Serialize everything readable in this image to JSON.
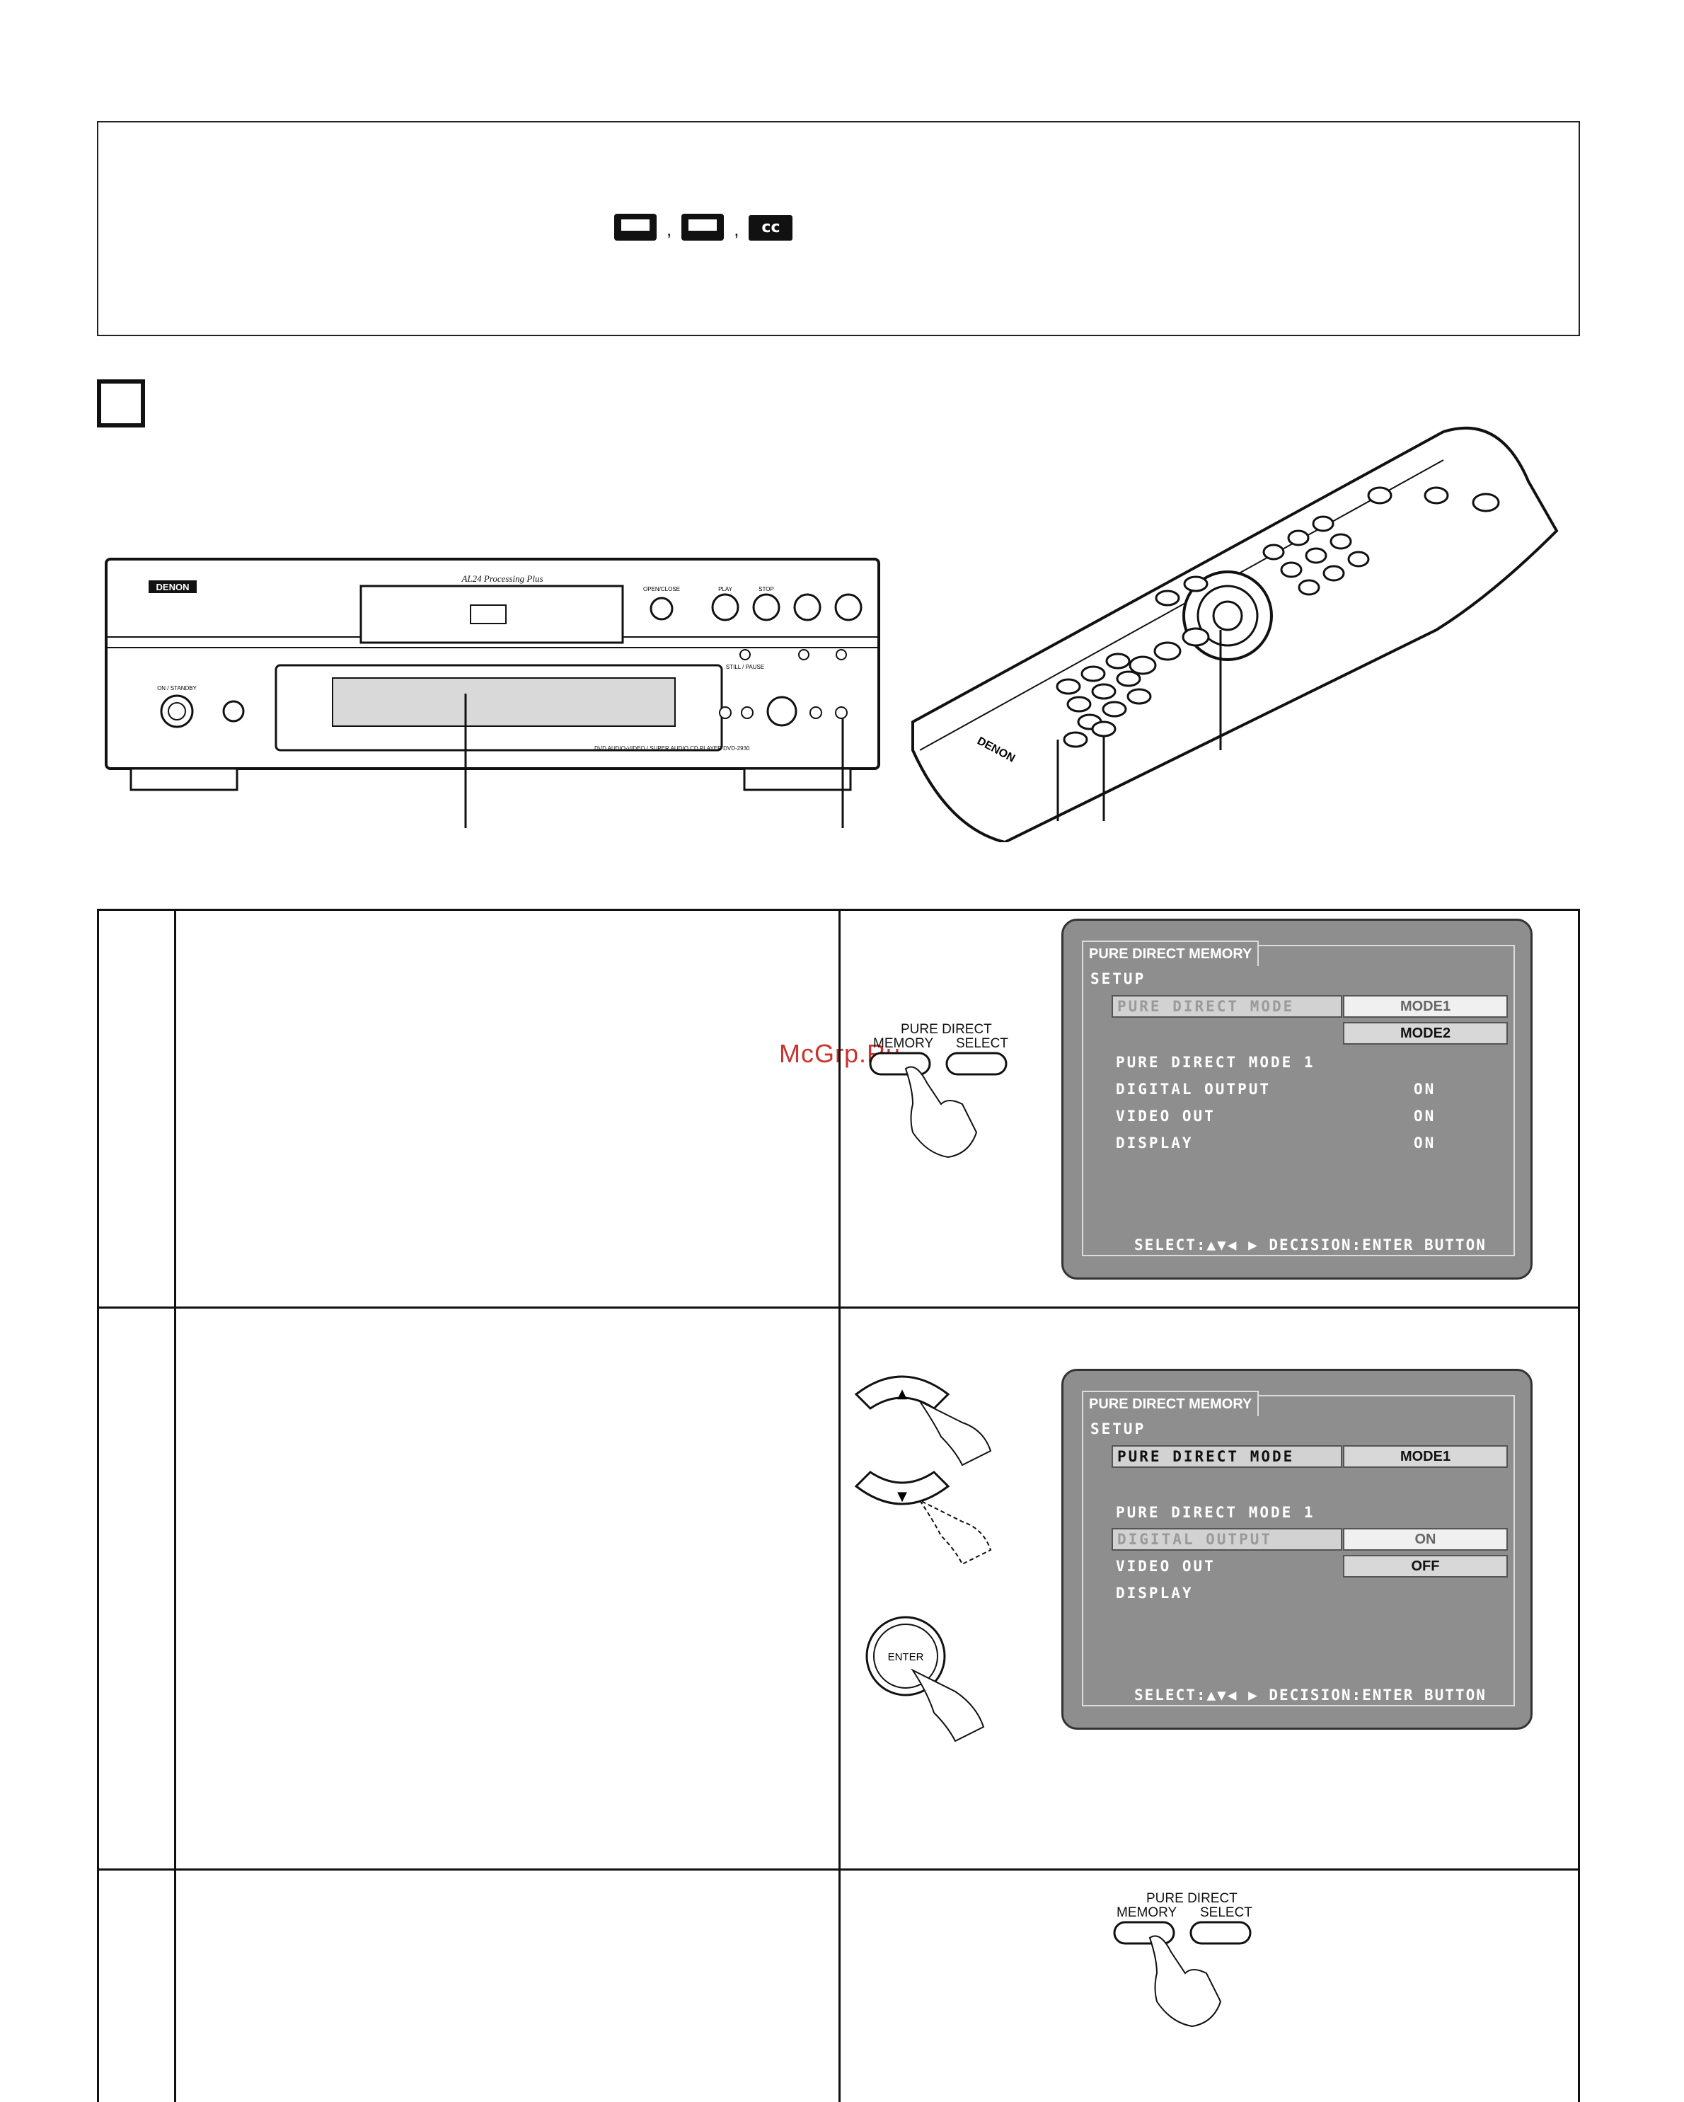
{
  "note_box": {
    "icons": [
      "subtitle-icon",
      "subtitle-icon",
      "closed-caption-icon"
    ],
    "separator": ",",
    "cc_label": "cc"
  },
  "player": {
    "brand": "DENON",
    "model_script": "AL24 Processing Plus",
    "buttons": [
      "OPEN/CLOSE",
      "PLAY",
      "STOP",
      "STILL / PAUSE"
    ],
    "power_label": "ON / STANDBY",
    "bottom_text": "DVD AUDIO-VIDEO / SUPER AUDIO CD PLAYER DVD-2930"
  },
  "remote": {
    "brand": "DENON"
  },
  "watermark": "McGrp.Ru",
  "step1": {
    "remote_buttons": {
      "group_label": "PURE DIRECT",
      "memory_label": "MEMORY",
      "select_label": "SELECT"
    },
    "osd": {
      "tab": "PURE DIRECT MEMORY",
      "setup": "SETUP",
      "mode_label": "PURE DIRECT MODE",
      "options": [
        "MODE1",
        "MODE2"
      ],
      "section": "PURE DIRECT MODE 1",
      "rows": [
        {
          "label": "DIGITAL OUTPUT",
          "value": "ON"
        },
        {
          "label": "VIDEO OUT",
          "value": "ON"
        },
        {
          "label": "DISPLAY",
          "value": "ON"
        }
      ],
      "footer": "SELECT:▲▼◀ ▶ DECISION:ENTER BUTTON"
    }
  },
  "step2": {
    "remote_buttons": {
      "up": "▲",
      "down": "▼",
      "enter": "ENTER"
    },
    "osd": {
      "tab": "PURE DIRECT MEMORY",
      "setup": "SETUP",
      "mode_label": "PURE DIRECT MODE",
      "mode_value": "MODE1",
      "section": "PURE DIRECT MODE 1",
      "rows": [
        {
          "label": "DIGITAL OUTPUT",
          "options": [
            "ON",
            "OFF"
          ]
        },
        {
          "label": "VIDEO OUT"
        },
        {
          "label": "DISPLAY"
        }
      ],
      "footer": "SELECT:▲▼◀ ▶ DECISION:ENTER BUTTON"
    }
  },
  "step3": {
    "remote_buttons": {
      "group_label": "PURE DIRECT",
      "memory_label": "MEMORY",
      "select_label": "SELECT"
    }
  }
}
